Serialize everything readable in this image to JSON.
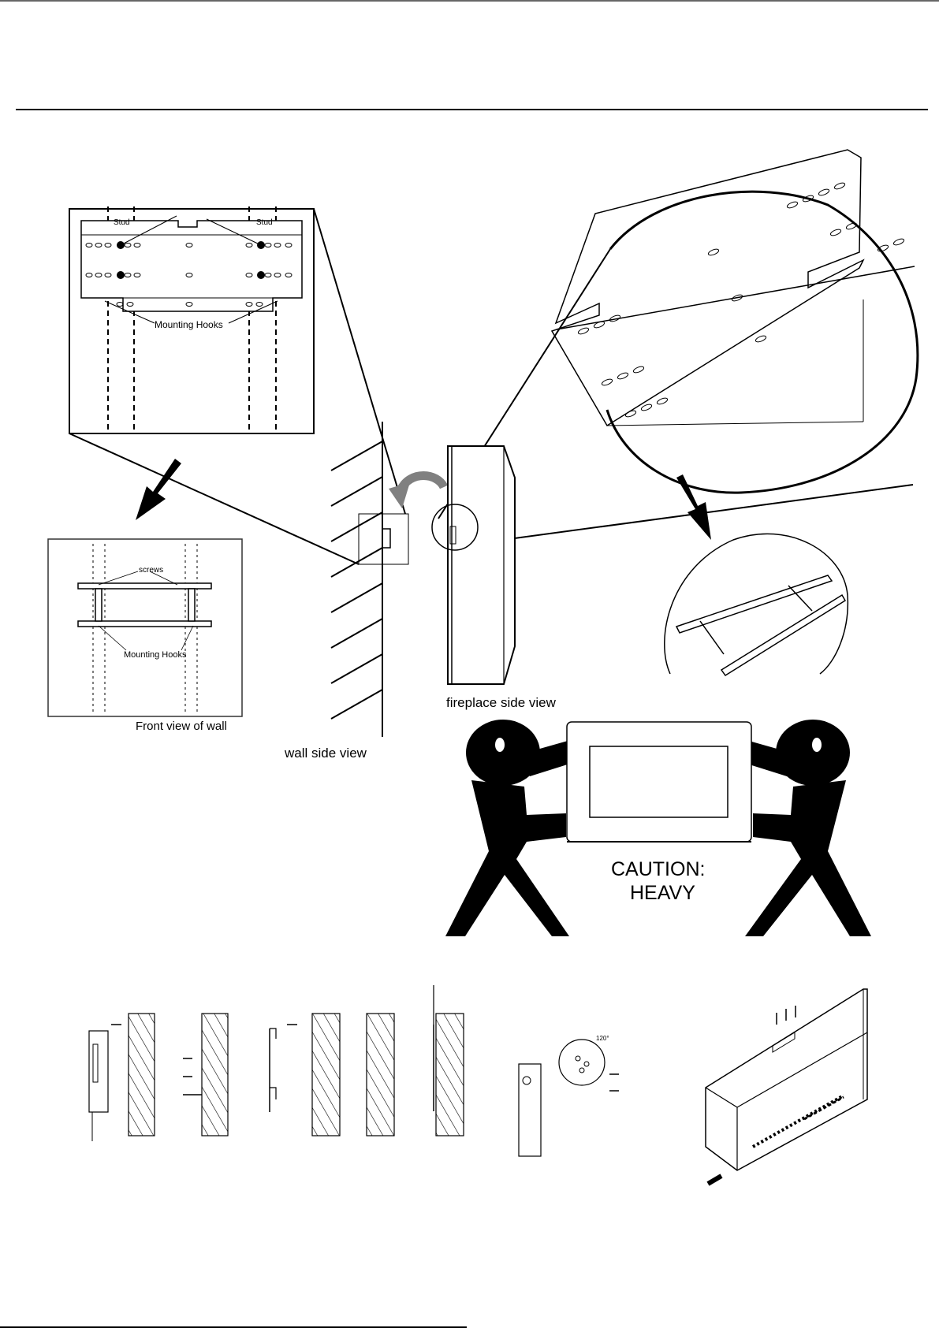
{
  "labels": {
    "stud_left": "Stud",
    "stud_right": "Stud",
    "mounting_hooks_top": "Mounting Hooks",
    "screws": "screws",
    "mounting_hooks_front": "Mounting Hooks",
    "front_view_of_wall": "Front view of wall",
    "wall_side_view": "wall side view",
    "fireplace_side_view": "fireplace side view",
    "caution_line1": "CAUTION:",
    "caution_line2": "HEAVY",
    "small_note": "120°"
  },
  "colors": {
    "ink": "#000000",
    "paper": "#ffffff",
    "arrow_grey": "#808080",
    "panel_border": "#333333"
  }
}
